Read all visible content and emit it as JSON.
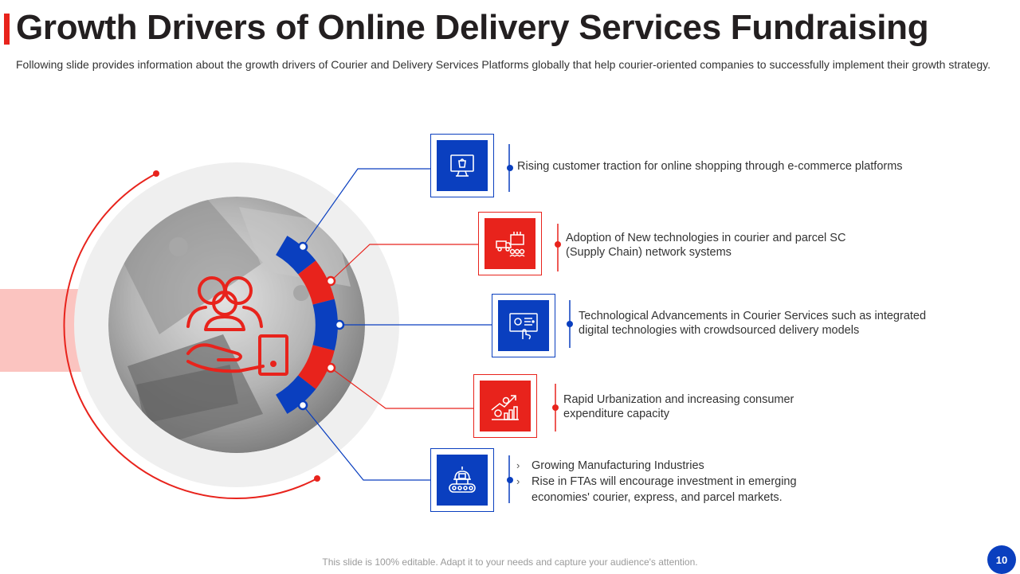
{
  "title": "Growth Drivers of Online Delivery Services Fundraising",
  "subtitle": "Following slide provides information about the growth drivers of Courier and Delivery Services Platforms globally that help courier-oriented companies to successfully implement their growth strategy.",
  "drivers": [
    {
      "icon": "monitor-shopping-icon",
      "color": "blue",
      "text": "Rising customer traction for online shopping through e-commerce platforms"
    },
    {
      "icon": "supply-chain-network-icon",
      "color": "red",
      "text": "Adoption of New technologies in courier and parcel SC (Supply Chain) network systems"
    },
    {
      "icon": "digital-technology-icon",
      "color": "blue",
      "text": "Technological Advancements in Courier Services such as integrated digital technologies with crowdsourced delivery models"
    },
    {
      "icon": "growth-chart-icon",
      "color": "red",
      "text": "Rapid Urbanization and increasing consumer expenditure capacity"
    },
    {
      "icon": "conveyor-robot-icon",
      "color": "blue",
      "bullets": [
        "Growing Manufacturing Industries",
        "Rise in FTAs will encourage investment in emerging economies' courier, express, and parcel markets."
      ]
    }
  ],
  "center_icon": "hand-offering-people-icon",
  "colors": {
    "blue": "#0a3fbf",
    "red": "#e8231c",
    "pink": "#fbc4c0",
    "gray": "#efefef"
  },
  "footer": "This slide is 100% editable. Adapt it to your needs and capture your audience's attention.",
  "page_number": "10"
}
